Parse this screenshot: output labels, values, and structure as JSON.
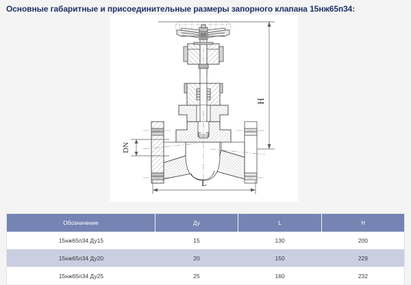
{
  "page": {
    "title": "Основные габаритные и присоединительные размеры запорного клапана 15нж65п34:"
  },
  "figure": {
    "name": "globe-valve-dimensional-drawing",
    "dimension_labels": {
      "height": "H",
      "length": "L",
      "nominal_diameter": "DN"
    }
  },
  "table": {
    "headers": [
      "Обозначение",
      "Ду",
      "L",
      "H"
    ],
    "rows": [
      {
        "designation": "15нж65п34 Ду15",
        "du": "15",
        "l": "130",
        "h": "200"
      },
      {
        "designation": "15нж65п34 Ду20",
        "du": "20",
        "l": "150",
        "h": "229"
      },
      {
        "designation": "15нж65п34 Ду25",
        "du": "25",
        "l": "160",
        "h": "232"
      }
    ]
  },
  "colors": {
    "title": "#1f3268",
    "table_header_bg": "#7684b4",
    "table_alt_row_bg": "#c9cee1",
    "page_bg": "#f4f4f4"
  }
}
